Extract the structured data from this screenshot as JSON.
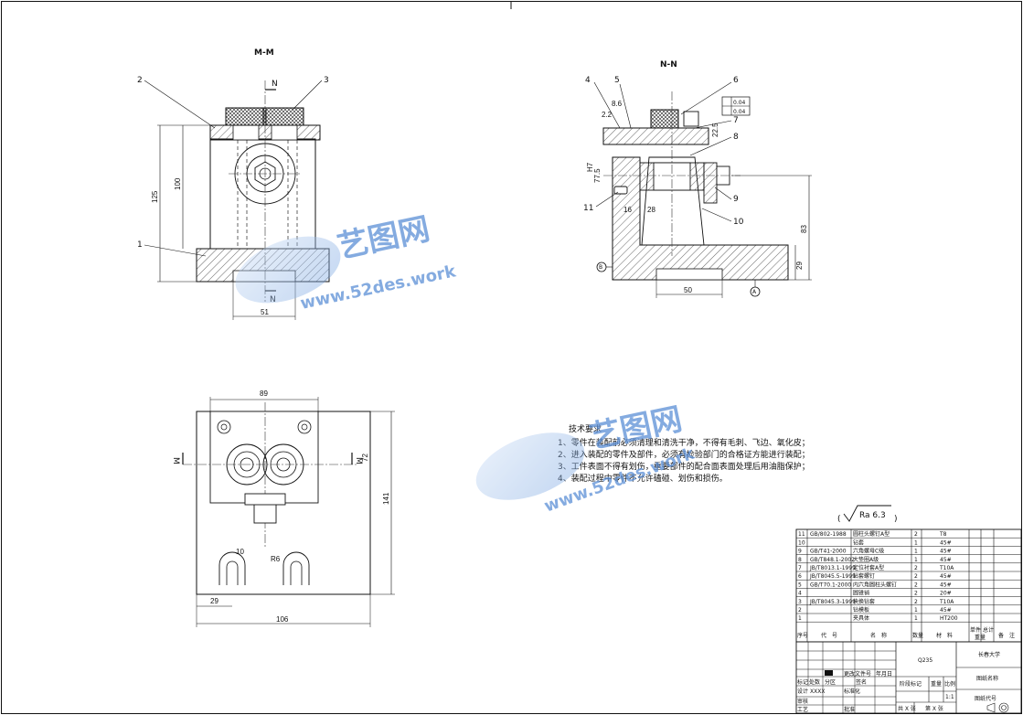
{
  "views": {
    "mm_title": "M-M",
    "nn_title": "N-N",
    "mm_section_letter": "N",
    "top_section_letter": "M"
  },
  "callouts": [
    "1",
    "2",
    "3",
    "4",
    "5",
    "6",
    "7",
    "8",
    "9",
    "10",
    "11"
  ],
  "dimensions": {
    "mm_height_outer": "125",
    "mm_height_inner": "100",
    "mm_base_width": "51",
    "nn_top_a": "8.6",
    "nn_top_b": "2.2",
    "nn_left_a": "77.5",
    "nn_left_b": "H7",
    "nn_mid": "28",
    "nn_mid2": "16",
    "nn_right_height": "83",
    "nn_right_base": "29",
    "nn_base_width": "50",
    "tol_1": "0.04",
    "tol_2": "0.04",
    "tol_d": "22.5",
    "top_width": "89",
    "top_side": "72",
    "top_height": "141",
    "top_r1": "R6",
    "top_r2": "10",
    "top_left": "29",
    "top_total": "106"
  },
  "datum": {
    "a": "A",
    "b": "B"
  },
  "notes": {
    "title": "技术要求",
    "items": [
      "1、零件在装配前必须清理和清洗干净，不得有毛刺、飞边、氧化皮；",
      "2、进入装配的零件及部件，必须有检验部门的合格证方能进行装配；",
      "3、工件表面不得有划伤，重要部件的配合面表面处理后用油脂保护；",
      "4、装配过程中零件不允许磕碰、划伤和损伤。"
    ]
  },
  "roughness": "Ra 6.3",
  "parts_list": [
    {
      "no": "11",
      "code": "GB/802-1988",
      "name": "圆柱头螺钉A型",
      "qty": "2",
      "mat": "T8"
    },
    {
      "no": "10",
      "code": "",
      "name": "钻套",
      "qty": "1",
      "mat": "45#"
    },
    {
      "no": "9",
      "code": "GB/T41-2000",
      "name": "六角螺母C级",
      "qty": "1",
      "mat": "45#"
    },
    {
      "no": "8",
      "code": "GB/T848.1-2002",
      "name": "大垫圈A级",
      "qty": "1",
      "mat": "45#"
    },
    {
      "no": "7",
      "code": "JB/T8013.1-1999",
      "name": "定位衬套A型",
      "qty": "2",
      "mat": "T10A"
    },
    {
      "no": "6",
      "code": "JB/T8045.5-1999",
      "name": "钻套螺钉",
      "qty": "2",
      "mat": "45#"
    },
    {
      "no": "5",
      "code": "GB/T70.1-2000",
      "name": "内六角圆柱头螺钉",
      "qty": "2",
      "mat": "45#"
    },
    {
      "no": "4",
      "code": "",
      "name": "圆锥销",
      "qty": "2",
      "mat": "20#"
    },
    {
      "no": "3",
      "code": "JB/T8045.3-1999",
      "name": "快换钻套",
      "qty": "2",
      "mat": "T10A"
    },
    {
      "no": "2",
      "code": "",
      "name": "钻模板",
      "qty": "1",
      "mat": "45#"
    },
    {
      "no": "1",
      "code": "",
      "name": "夹具体",
      "qty": "1",
      "mat": "HT200"
    }
  ],
  "parts_header": {
    "no": "序号",
    "code": "代　号",
    "name": "名　称",
    "qty": "数量",
    "mat": "材　料",
    "w1": "单件",
    "w2": "总计",
    "wt": "重量",
    "remark": "备　注"
  },
  "title_block": {
    "material": "Q235",
    "org": "长春大学",
    "drawing_name": "图纸名称",
    "drawing_no": "图纸代号",
    "stage": "阶段标记",
    "weight": "重量",
    "scale": "比例",
    "scale_val": "1:1",
    "mark": "标记",
    "count": "处数",
    "zone": "分区",
    "doc": "更改文件号",
    "sign": "签名",
    "date": "年月日",
    "design": "设计",
    "design_name": "XXXX",
    "std": "标准化",
    "review": "审核",
    "process": "工艺",
    "approve": "批准",
    "sheets": "共 X 张",
    "sheet": "第 X 张"
  },
  "watermark": {
    "cn": "艺图网",
    "url": "www.52des.work"
  }
}
